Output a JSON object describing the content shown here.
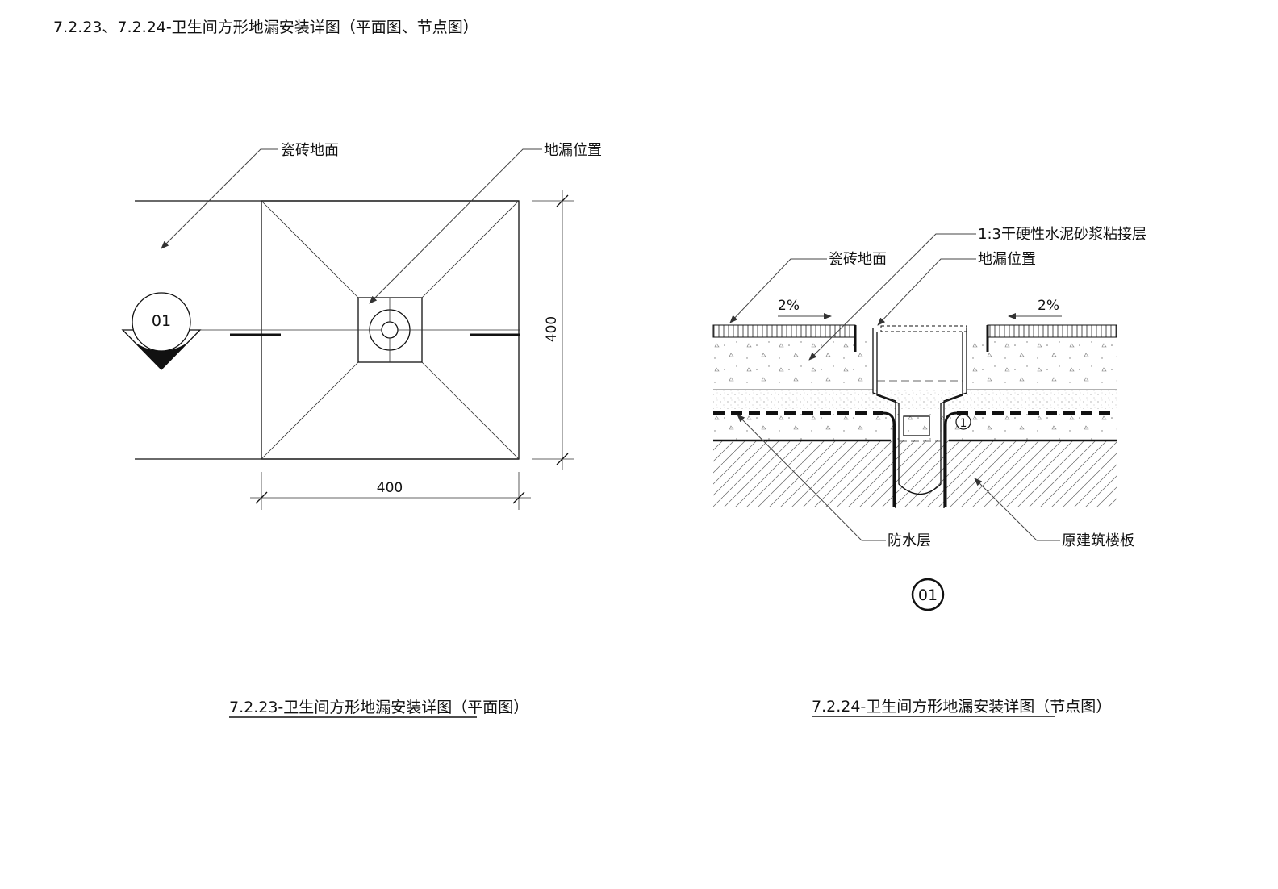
{
  "page_title": "7.2.23、7.2.24-卫生间方形地漏安装详图（平面图、节点图）",
  "plan": {
    "label_tile": "瓷砖地面",
    "label_drain": "地漏位置",
    "section_mark": "01",
    "dim_width": "400",
    "dim_height": "400",
    "caption_main": "7.2.23-卫生间方形地漏安装详图",
    "caption_sub": "（平面图）"
  },
  "section": {
    "label_mortar": "1:3干硬性水泥砂浆粘接层",
    "label_tile": "瓷砖地面",
    "label_drain": "地漏位置",
    "slope_left": "2%",
    "slope_right": "2%",
    "label_waterproof": "防水层",
    "label_slab": "原建筑楼板",
    "detail_mark": "1",
    "section_mark": "01",
    "caption_main": "7.2.24-卫生间方形地漏安装详图",
    "caption_sub": "（节点图）"
  }
}
